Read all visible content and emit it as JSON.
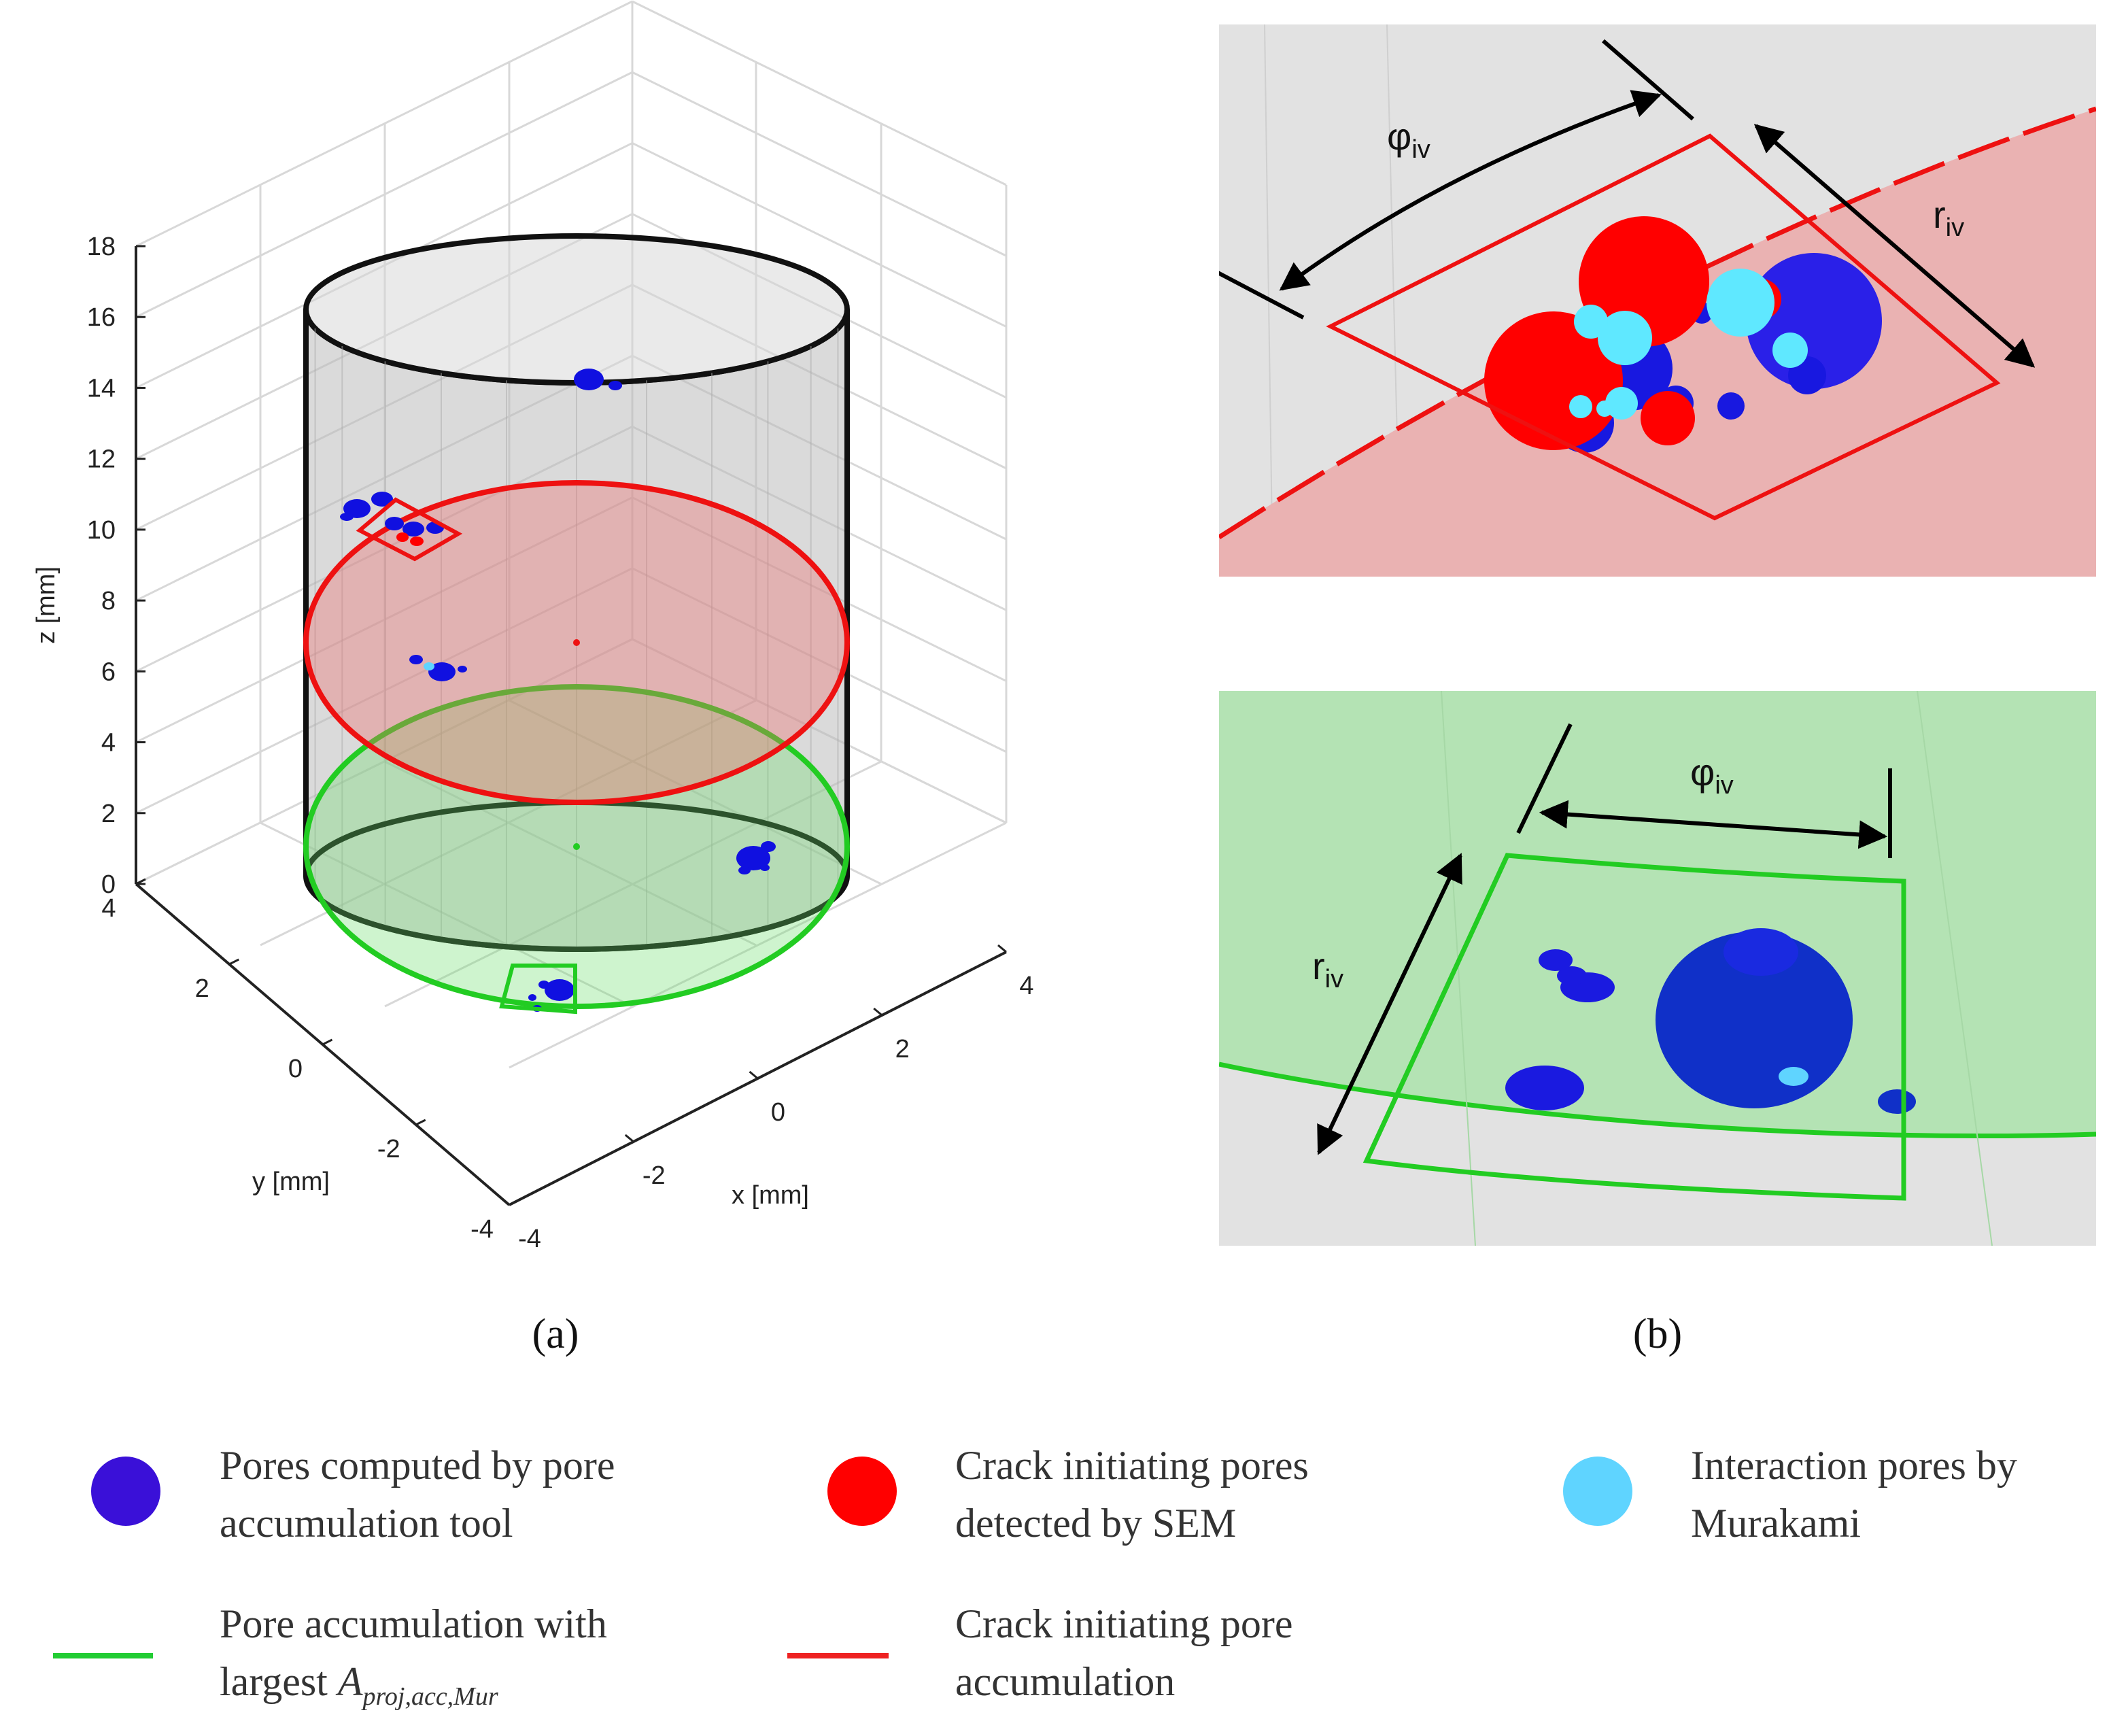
{
  "panel_a": {
    "caption": "(a)",
    "z_axis_label": "z [mm]",
    "y_axis_label": "y [mm]",
    "x_axis_label": "x [mm]",
    "z_ticks": [
      "0",
      "2",
      "4",
      "6",
      "8",
      "10",
      "12",
      "14",
      "16",
      "18"
    ],
    "y_ticks": [
      "4",
      "2",
      "0",
      "-2",
      "-4"
    ],
    "x_ticks": [
      "-4",
      "-2",
      "0",
      "2",
      "4"
    ]
  },
  "panel_b": {
    "caption": "(b)",
    "top": {
      "phi_label": "φ",
      "phi_sub": "iv",
      "r_label": "r",
      "r_sub": "iv"
    },
    "bottom": {
      "phi_label": "φ",
      "phi_sub": "iv",
      "r_label": "r",
      "r_sub": "iv"
    }
  },
  "legend": {
    "pores_computed": {
      "line1": "Pores computed by pore",
      "line2": "accumulation tool",
      "color": "#3a10d8"
    },
    "crack_pores": {
      "line1": "Crack initiating pores",
      "line2": "detected by SEM",
      "color": "#ff0000"
    },
    "interaction_pores": {
      "line1": "Interaction pores by",
      "line2": "Murakami",
      "color": "#5fd4ff"
    },
    "largest_acc": {
      "line1": "Pore accumulation with",
      "line2_prefix": "largest ",
      "line2_symbol": "A",
      "line2_sub": "proj,acc,Mur",
      "color": "#22cc33"
    },
    "crack_acc": {
      "line1": "Crack initiating pore",
      "line2": "accumulation",
      "color": "#ee2222"
    }
  }
}
